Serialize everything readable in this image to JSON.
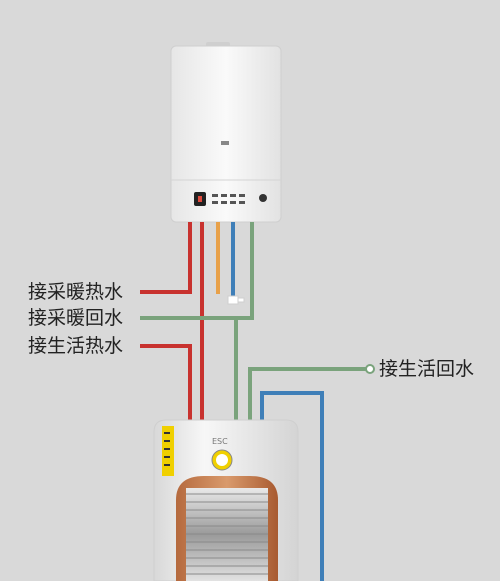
{
  "labels": {
    "heating_supply": "接采暖热水",
    "heating_return": "接采暖回水",
    "domestic_hot": "接生活热水",
    "domestic_return": "接生活回水"
  },
  "tank_brand": "ESC",
  "colors": {
    "background": "#d9d9d9",
    "red_pipe": "#c8322f",
    "green_pipe": "#7aa37c",
    "blue_pipe": "#3f7fb8",
    "orange_pipe": "#e8a14a",
    "boiler_body": "#f3f3f3",
    "tank_body": "#ececec",
    "coil": "#bfbfbf"
  },
  "icons": [
    "boiler-unit",
    "water-tank",
    "warning-label",
    "gauge-icon",
    "valve-icon"
  ]
}
